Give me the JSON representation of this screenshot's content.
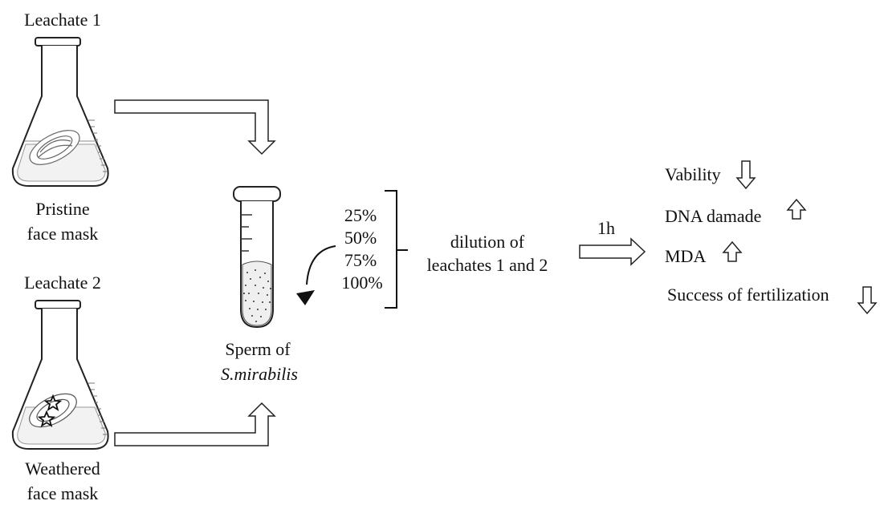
{
  "leachate1": {
    "title": "Leachate 1",
    "caption_line1": "Pristine",
    "caption_line2": "face mask"
  },
  "leachate2": {
    "title": "Leachate 2",
    "caption_line1": "Weathered",
    "caption_line2": "face mask"
  },
  "sperm": {
    "line1": "Sperm of",
    "species": "S.mirabilis"
  },
  "concentrations": [
    "25%",
    "50%",
    "75%",
    "100%"
  ],
  "dilution": {
    "line1": "dilution of",
    "line2": "leachates 1 and 2"
  },
  "time_label": "1h",
  "effects": [
    {
      "label": "Vability",
      "direction": "down"
    },
    {
      "label": "DNA damade",
      "direction": "up"
    },
    {
      "label": "MDA",
      "direction": "up"
    },
    {
      "label": "Success of fertilization",
      "direction": "down"
    }
  ]
}
